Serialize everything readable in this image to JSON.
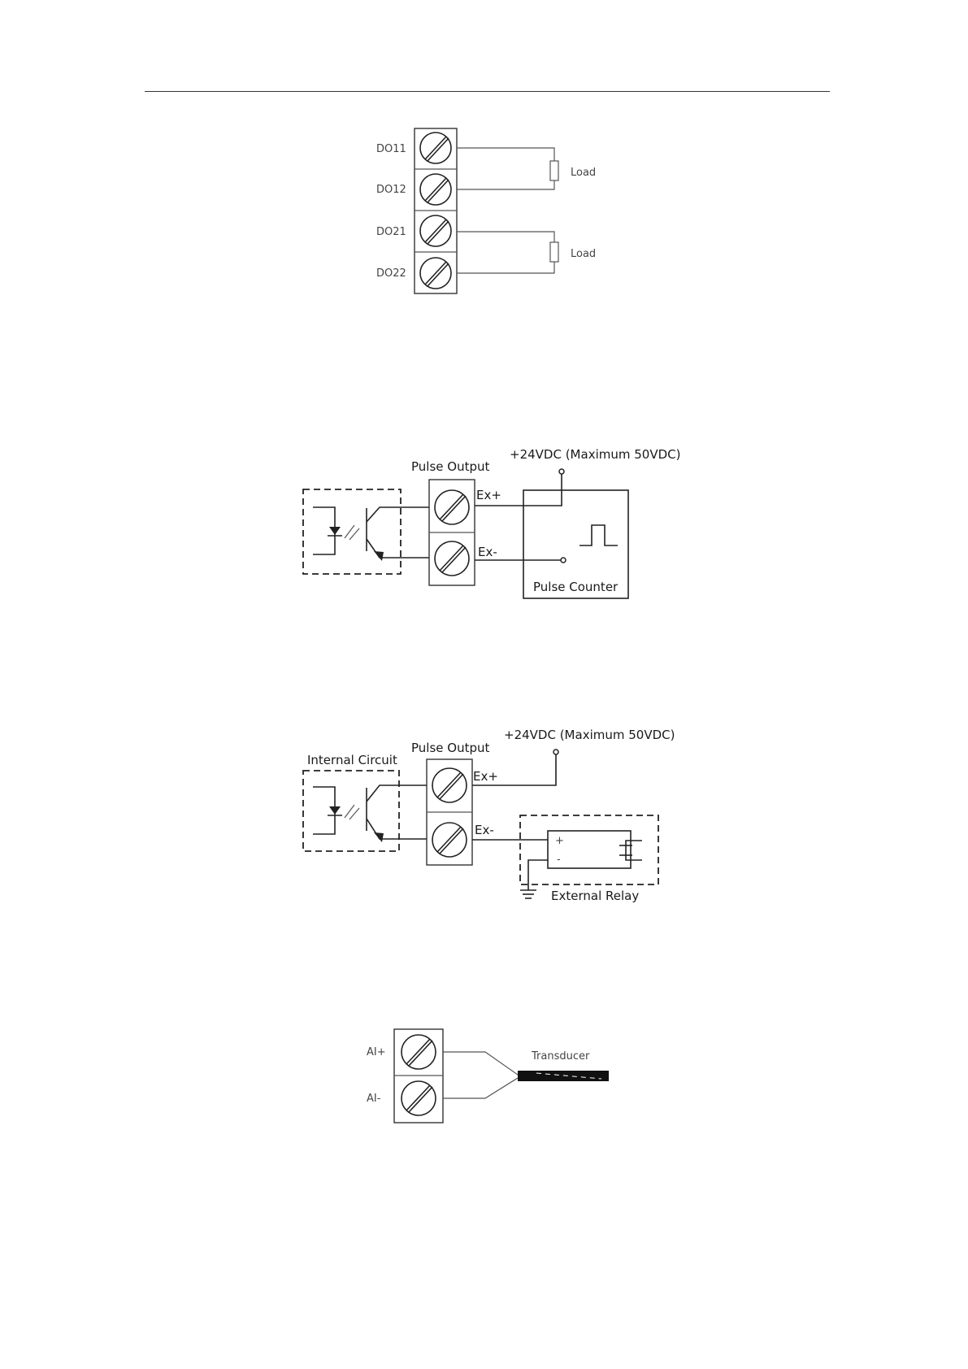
{
  "relay_wiring": {
    "terminals": [
      "DO11",
      "DO12",
      "DO21",
      "DO22"
    ],
    "load_labels": [
      "Load",
      "Load"
    ]
  },
  "pulse_counter_wiring": {
    "terminal_group_label": "Pulse Output",
    "supply_label": "+24VDC (Maximum 50VDC)",
    "pins": [
      "Ex+",
      "Ex-"
    ],
    "device_label": "Pulse Counter"
  },
  "pulse_relay_wiring": {
    "internal_label": "Internal Circuit",
    "terminal_group_label": "Pulse Output",
    "supply_label": "+24VDC (Maximum 50VDC)",
    "pins": [
      "Ex+",
      "Ex-"
    ],
    "relay_plus": "+",
    "relay_minus": "-",
    "device_label": "External Relay"
  },
  "analog_input_wiring": {
    "terminals": [
      "AI+",
      "AI-"
    ],
    "device_label": "Transducer"
  }
}
